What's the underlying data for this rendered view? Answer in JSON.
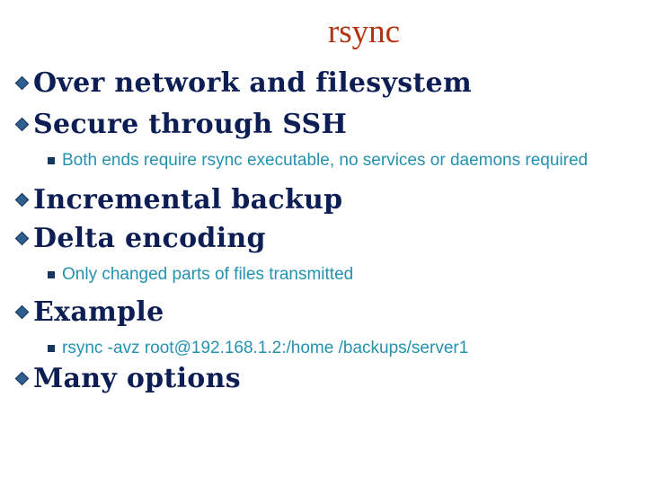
{
  "slide": {
    "title": "rsync",
    "bullets": [
      {
        "level": 1,
        "text": "Over network and filesystem"
      },
      {
        "level": 1,
        "text": "Secure through SSH"
      },
      {
        "level": 2,
        "text": "Both ends require rsync executable, no services or daemons required"
      },
      {
        "level": 1,
        "text": "Incremental backup"
      },
      {
        "level": 1,
        "text": "Delta encoding"
      },
      {
        "level": 2,
        "text": "Only changed parts of files transmitted"
      },
      {
        "level": 1,
        "text": "Example"
      },
      {
        "level": 2,
        "text": "rsync -avz root@192.168.1.2:/home /backups/server1"
      },
      {
        "level": 1,
        "text": "Many options"
      }
    ],
    "icons": {
      "level1_marker": "diamond-bullet-icon",
      "level2_marker": "square-bullet-icon"
    },
    "colors": {
      "background": "#ffffff",
      "title": "#b23410",
      "bullet_text": "#0d1e55",
      "bullet_diamond": "#2e5f8d",
      "bullet_diamond_border": "#16355e",
      "sub_text": "#2492ae",
      "sub_square": "#15375f"
    }
  }
}
